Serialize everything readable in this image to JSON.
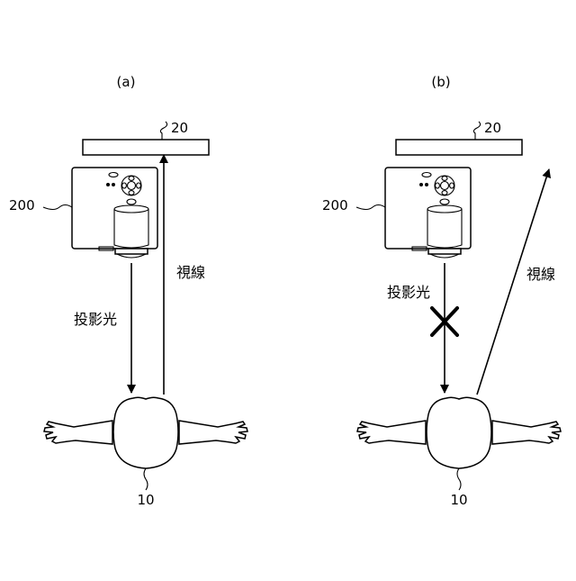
{
  "panels": [
    {
      "caption": "(a)",
      "screen_ref": "20",
      "projector_ref": "200",
      "projection_label": "投影光",
      "gaze_label": "視線",
      "person_ref": "10"
    },
    {
      "caption": "(b)",
      "screen_ref": "20",
      "projector_ref": "200",
      "projection_label": "投影光",
      "gaze_label": "視線",
      "person_ref": "10"
    }
  ]
}
